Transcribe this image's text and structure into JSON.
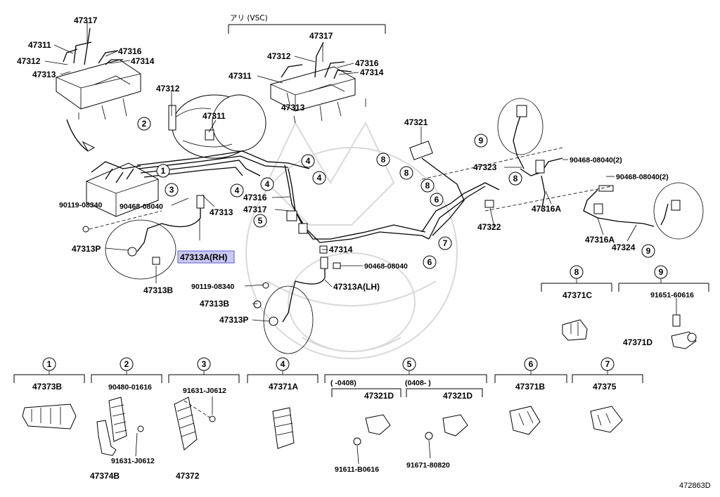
{
  "vsc_header": "アリ (VSC)",
  "diagram_id": "472863D",
  "highlighted_part": "47313A(RH)",
  "callouts": {
    "c_47317_a": "47317",
    "c_47311_a": "47311",
    "c_47312_a": "47312",
    "c_47313_a": "47313",
    "c_47316_a": "47316",
    "c_47314_a": "47314",
    "c_47317_b": "47317",
    "c_47312_b": "47312",
    "c_47316_b": "47316",
    "c_47314_b": "47314",
    "c_47311_b": "47311",
    "c_47313_b": "47313",
    "c_47312_c": "47312",
    "c_47311_c": "47311",
    "c_90119_a": "90119-08340",
    "c_90468_a": "90468-08040",
    "c_47313_c": "47313",
    "c_47313P_a": "47313P",
    "c_47313B_a": "47313B",
    "c_47316_c": "47316",
    "c_47317_c": "47317",
    "c_47314_c": "47314",
    "c_90468_b": "90468-08040",
    "c_90119_b": "90119-08340",
    "c_47313AL": "47313A(LH)",
    "c_47313B_b": "47313B",
    "c_47313P_b": "47313P",
    "c_47321": "47321",
    "c_47323": "47323",
    "c_47322": "47322",
    "c_90468_c": "90468-08040(2)",
    "c_90468_d": "90468-08040(2)",
    "c_47316A_a": "47316A",
    "c_47316A_b": "47316A",
    "c_47324": "47324",
    "c_47371C": "47371C",
    "c_91651": "91651-60616",
    "c_47371D": "47371D",
    "c_47373B": "47373B",
    "c_90480": "90480-01616",
    "c_91631_a": "91631-J0612",
    "c_91631_b": "91631-J0612",
    "c_47374B": "47374B",
    "c_47372": "47372",
    "c_47371A": "47371A",
    "c_range_a": "(   -0408)",
    "c_range_b": "(0408-        )",
    "c_47321D_a": "47321D",
    "c_47321D_b": "47321D",
    "c_91611": "91611-B0616",
    "c_91671": "91671-80820",
    "c_47371B": "47371B",
    "c_47375": "47375"
  },
  "ref_numbers": {
    "n1": "1",
    "n2": "2",
    "n3": "3",
    "n4": "4",
    "n5": "5",
    "n6": "6",
    "n7": "7",
    "n8": "8",
    "n9": "9"
  }
}
